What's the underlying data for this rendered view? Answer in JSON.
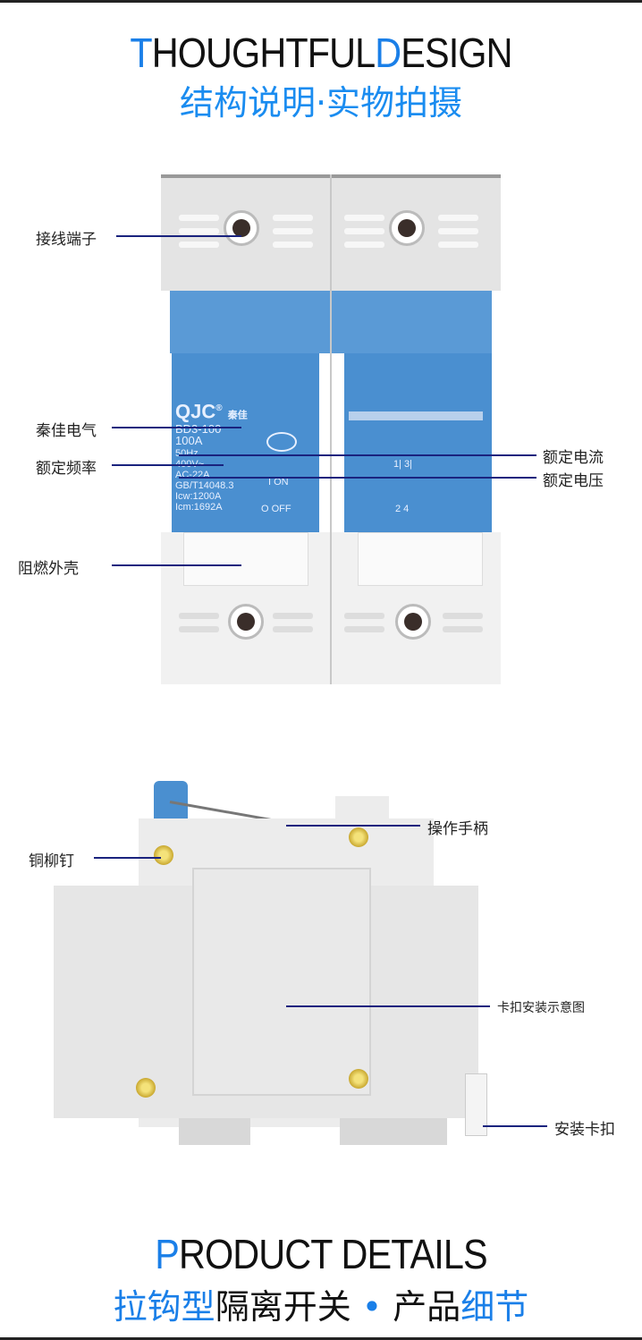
{
  "header": {
    "title_t": "T",
    "title_mid": "HOUGHTFUL",
    "title_d": "D",
    "title_end": "ESIGN",
    "subtitle": "结构说明·实物拍摄"
  },
  "front_labels": {
    "terminal": "接线端子",
    "brand": "秦佳电气",
    "frequency": "额定频率",
    "housing": "阻燃外壳",
    "current": "额定电流",
    "voltage": "额定电压"
  },
  "product_label": {
    "logo": "QJC",
    "reg": "®",
    "brand_cn": "秦佳",
    "model": "BD3-100",
    "current": "100A",
    "lines": [
      "50Hz",
      "400V~",
      "AC-22A",
      "GB/T14048.3",
      "Icw:1200A",
      "Icm:1692A"
    ],
    "on": "I  ON",
    "off": "O OFF",
    "contacts_top": "1|  3|",
    "contacts_bottom": "2   4"
  },
  "side_labels": {
    "rivet": "铜柳钉",
    "handle": "操作手柄",
    "diagram": "卡扣安装示意图",
    "clip": "安装卡扣"
  },
  "footer": {
    "title_p": "P",
    "title_rest": "RODUCT DETAILS",
    "sub_blue1": "拉钩型",
    "sub_black1": "隔离开关",
    "sub_dot": " • ",
    "sub_black2": "产品",
    "sub_blue2": "细节"
  },
  "colors": {
    "accent": "#1a7fe8",
    "panel": "#4a8fd0"
  }
}
